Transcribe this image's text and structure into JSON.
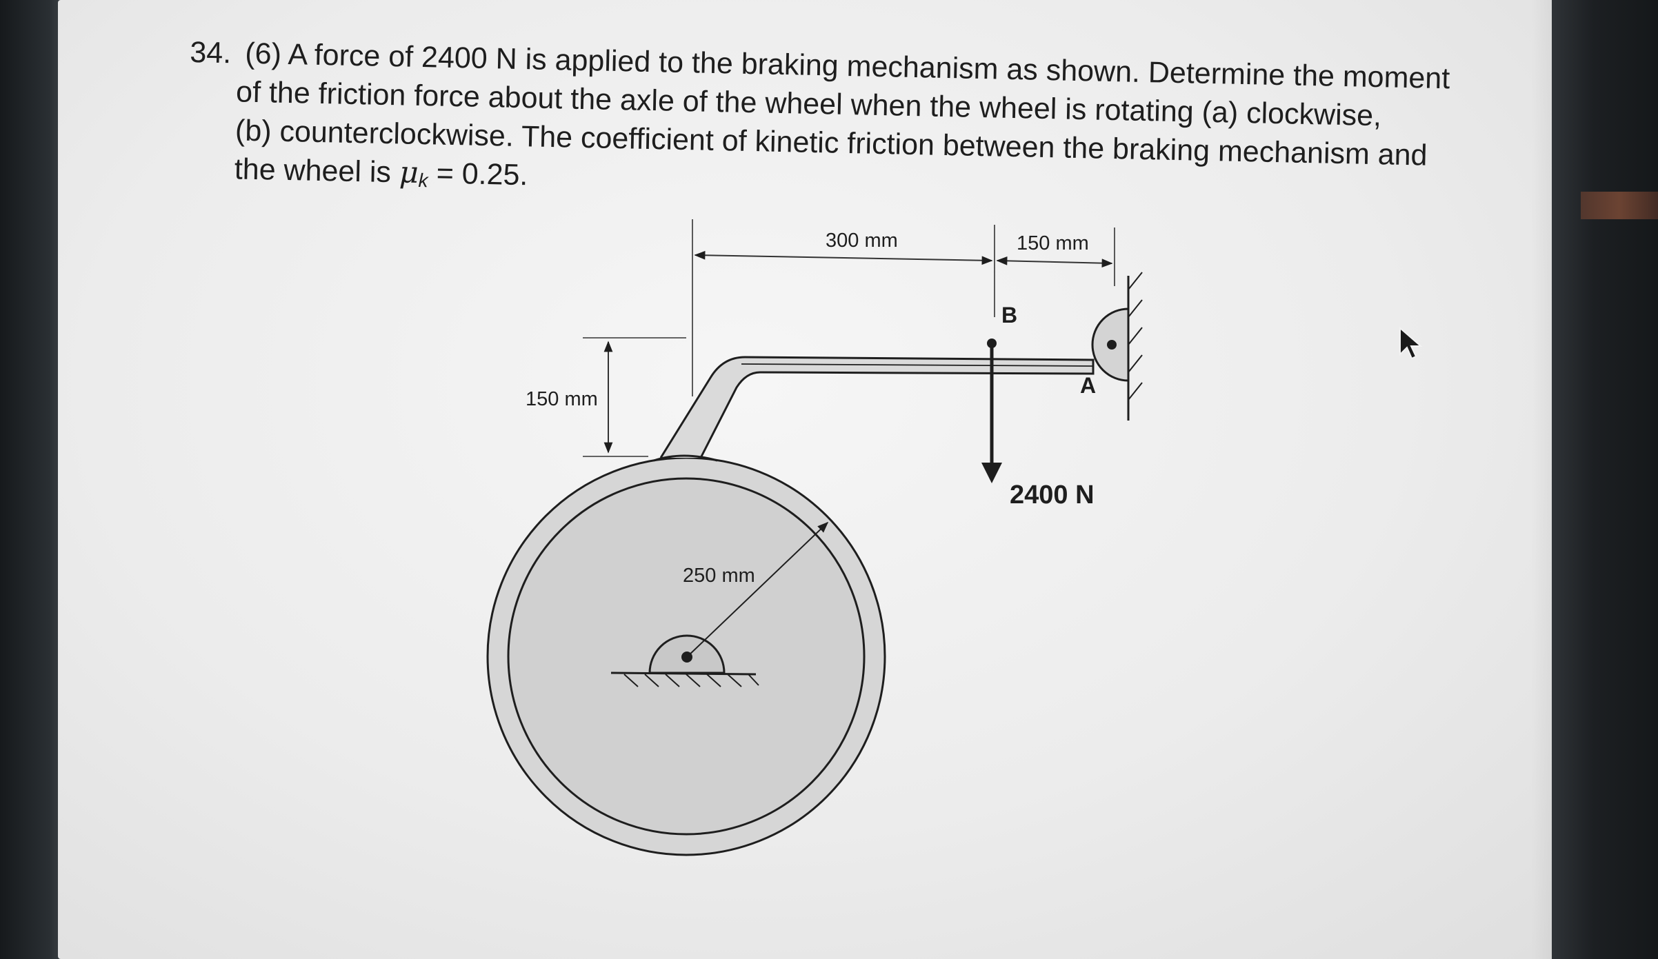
{
  "problem": {
    "number": "34.",
    "line0": "(6) A force of 2400 N is applied to the braking mechanism as shown.  Determine the moment",
    "line1": "of the friction force about the axle of the wheel when the wheel is rotating (a) clockwise,",
    "line2": "(b) counterclockwise.  The coefficient of kinetic friction between the braking mechanism and",
    "line3_prefix": "the wheel is ",
    "mu_symbol": "μ",
    "mu_subscript": "k",
    "line3_suffix": " = 0.25."
  },
  "diagram": {
    "dim_300": "300 mm",
    "dim_150_top": "150 mm",
    "dim_150_left": "150 mm",
    "dim_250": "250 mm",
    "label_B": "B",
    "label_A": "A",
    "force": "2400 N"
  },
  "colors": {
    "paper": "#f0f0f0",
    "wheel_fill": "#d4d4d4",
    "ink": "#1e1e1e",
    "bezel": "#1f2326"
  },
  "icons": [
    "mouse-pointer-icon",
    "pin-support-icon",
    "hinge-support-icon"
  ]
}
